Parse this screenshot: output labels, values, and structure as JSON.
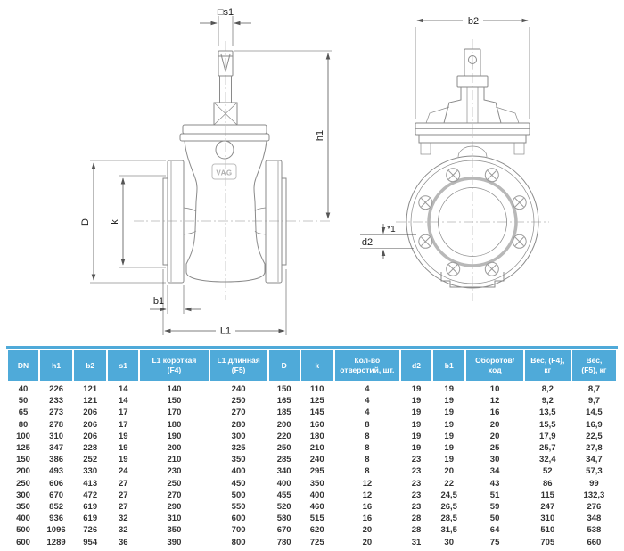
{
  "drawing": {
    "logo": "VAG",
    "front_view": {
      "dim_s1": "□s1",
      "dim_h1": "h1",
      "dim_D": "D",
      "dim_k": "k",
      "dim_b1": "b1",
      "dim_L1": "L1"
    },
    "side_view": {
      "dim_b2": "b2",
      "dim_d2": "d2",
      "note": "*1"
    }
  },
  "table": {
    "columns": [
      "DN",
      "h1",
      "b2",
      "s1",
      "L1 короткая\n(F4)",
      "L1 длинная\n(F5)",
      "D",
      "k",
      "Кол-во\nотверстий, шт.",
      "d2",
      "b1",
      "Оборотов/\nход",
      "Вес, (F4),\nкг",
      "Вес,\n(F5), кг"
    ],
    "rows": [
      [
        "40",
        "226",
        "121",
        "14",
        "140",
        "240",
        "150",
        "110",
        "4",
        "19",
        "19",
        "10",
        "8,2",
        "8,7"
      ],
      [
        "50",
        "233",
        "121",
        "14",
        "150",
        "250",
        "165",
        "125",
        "4",
        "19",
        "19",
        "12",
        "9,2",
        "9,7"
      ],
      [
        "65",
        "273",
        "206",
        "17",
        "170",
        "270",
        "185",
        "145",
        "4",
        "19",
        "19",
        "16",
        "13,5",
        "14,5"
      ],
      [
        "80",
        "278",
        "206",
        "17",
        "180",
        "280",
        "200",
        "160",
        "8",
        "19",
        "19",
        "20",
        "15,5",
        "16,9"
      ],
      [
        "100",
        "310",
        "206",
        "19",
        "190",
        "300",
        "220",
        "180",
        "8",
        "19",
        "19",
        "20",
        "17,9",
        "22,5"
      ],
      [
        "125",
        "347",
        "228",
        "19",
        "200",
        "325",
        "250",
        "210",
        "8",
        "19",
        "19",
        "25",
        "25,7",
        "27,8"
      ],
      [
        "150",
        "386",
        "252",
        "19",
        "210",
        "350",
        "285",
        "240",
        "8",
        "23",
        "19",
        "30",
        "32,4",
        "34,7"
      ],
      [
        "200",
        "493",
        "330",
        "24",
        "230",
        "400",
        "340",
        "295",
        "8",
        "23",
        "20",
        "34",
        "52",
        "57,3"
      ],
      [
        "250",
        "606",
        "413",
        "27",
        "250",
        "450",
        "400",
        "350",
        "12",
        "23",
        "22",
        "43",
        "86",
        "99"
      ],
      [
        "300",
        "670",
        "472",
        "27",
        "270",
        "500",
        "455",
        "400",
        "12",
        "23",
        "24,5",
        "51",
        "115",
        "132,3"
      ],
      [
        "350",
        "852",
        "619",
        "27",
        "290",
        "550",
        "520",
        "460",
        "16",
        "23",
        "26,5",
        "59",
        "247",
        "276"
      ],
      [
        "400",
        "936",
        "619",
        "32",
        "310",
        "600",
        "580",
        "515",
        "16",
        "28",
        "28,5",
        "50",
        "310",
        "348"
      ],
      [
        "500",
        "1096",
        "726",
        "32",
        "350",
        "700",
        "670",
        "620",
        "20",
        "28",
        "31,5",
        "64",
        "510",
        "538"
      ],
      [
        "600",
        "1289",
        "954",
        "36",
        "390",
        "800",
        "780",
        "725",
        "20",
        "31",
        "30",
        "75",
        "705",
        "660"
      ]
    ]
  },
  "colors": {
    "header_bg": "#4FAAD9",
    "header_text": "#FFFFFF",
    "body_text": "#333333",
    "line_color": "#8A8A8A"
  }
}
